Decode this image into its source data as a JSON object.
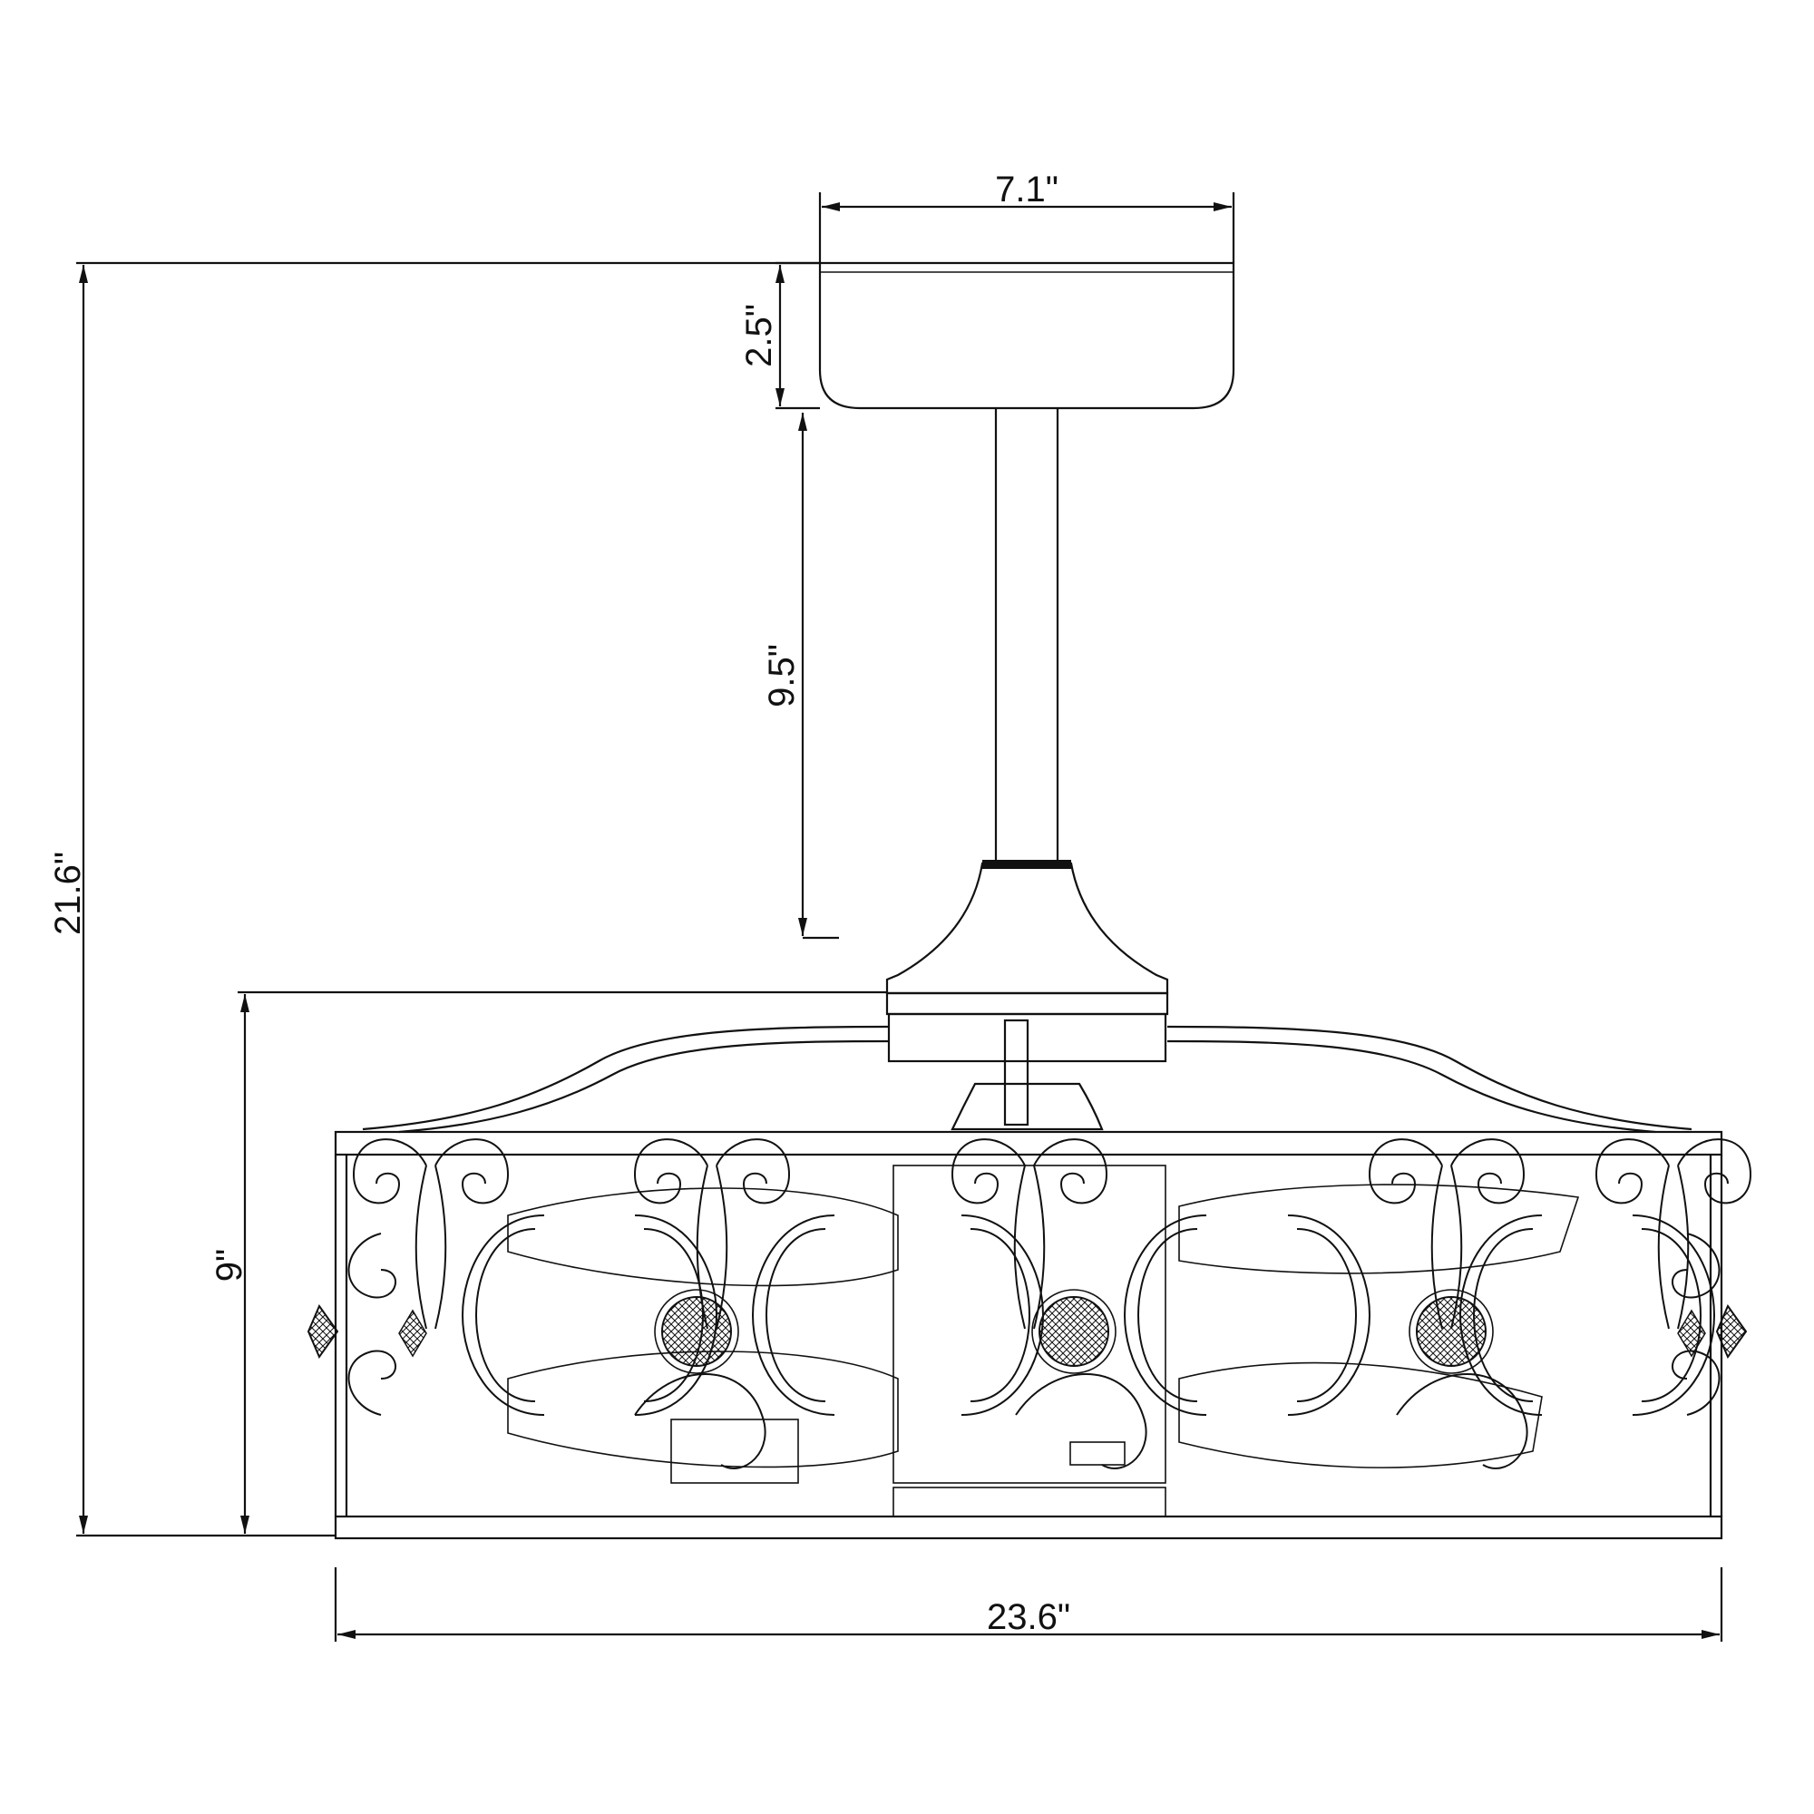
{
  "dimensions": {
    "canopy_width": "7.1\"",
    "canopy_height": "2.5\"",
    "downrod_length": "9.5\"",
    "overall_height": "21.6\"",
    "cage_height": "9\"",
    "cage_width": "23.6\""
  },
  "colors": {
    "line": "#111111",
    "background": "#ffffff"
  }
}
